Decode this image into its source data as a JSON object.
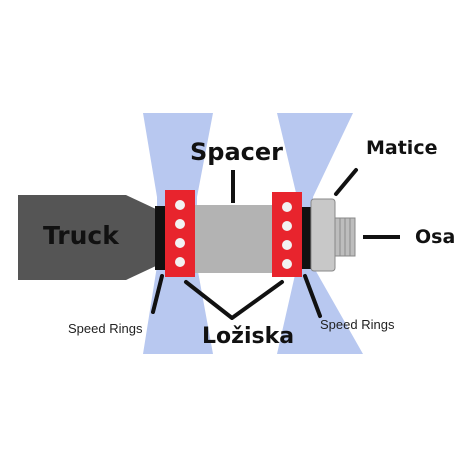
{
  "labels": {
    "spacer": "Spacer",
    "matice": "Matice",
    "truck": "Truck",
    "osa": "Osa",
    "speed_rings_left": "Speed Rings",
    "loziska": "Ložiska",
    "speed_rings_right": "Speed Rings"
  },
  "colors": {
    "wheel_silhouette": "#b8c8f0",
    "truck_body": "#555555",
    "bearing_red": "#e8242d",
    "spacer_gray": "#b3b3b3",
    "nut_gray": "#c8c8c8",
    "axle_gray": "#bdbdbd",
    "speed_ring_black": "#111111",
    "leader_line": "#111111"
  }
}
